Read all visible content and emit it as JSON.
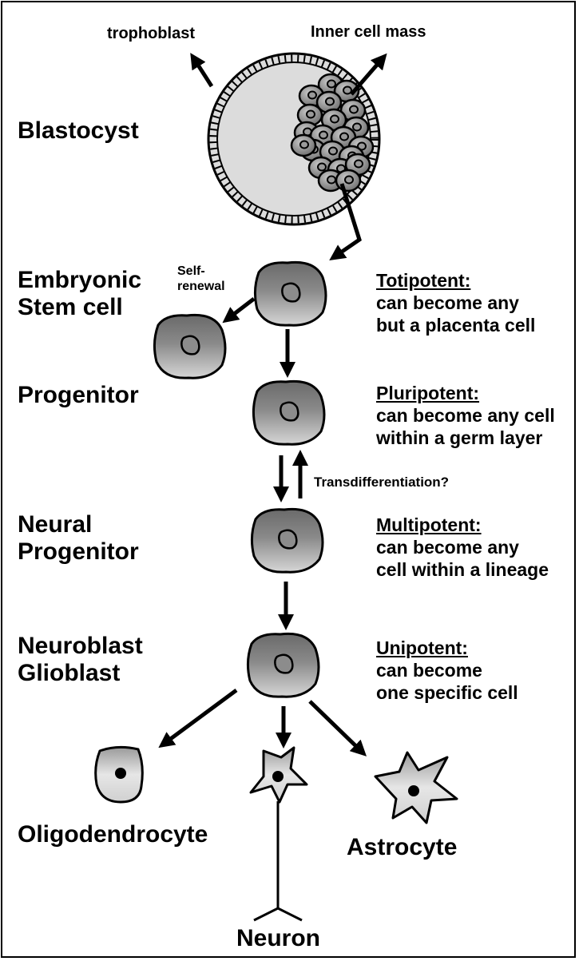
{
  "top_labels": {
    "trophoblast": "trophoblast",
    "inner_cell_mass": "Inner cell mass"
  },
  "stages": {
    "blastocyst": "Blastocyst",
    "embryonic_line1": "Embryonic",
    "embryonic_line2": "Stem cell",
    "progenitor": "Progenitor",
    "neural_line1": "Neural",
    "neural_line2": "Progenitor",
    "neuroblast_line1": "Neuroblast",
    "neuroblast_line2": "Glioblast"
  },
  "self_renewal": {
    "line1": "Self-",
    "line2": "renewal"
  },
  "transdifferentiation": "Transdifferentiation?",
  "potency": {
    "totipotent": {
      "head": "Totipotent:",
      "line1": "can become any",
      "line2": "but a placenta cell"
    },
    "pluripotent": {
      "head": "Pluripotent:",
      "line1": "can become any cell",
      "line2": "within a germ layer"
    },
    "multipotent": {
      "head": "Multipotent:",
      "line1": "can become any",
      "line2": "cell within a lineage"
    },
    "unipotent": {
      "head": "Unipotent:",
      "line1": "can become",
      "line2": "one specific cell"
    }
  },
  "final_cells": {
    "oligodendrocyte": "Oligodendrocyte",
    "astrocyte": "Astrocyte",
    "neuron": "Neuron"
  },
  "colors": {
    "cell_dark": "#6e6e6e",
    "cell_light": "#e8e8e8",
    "blastocyst_fill": "#dcdcdc",
    "ink": "#000000"
  }
}
